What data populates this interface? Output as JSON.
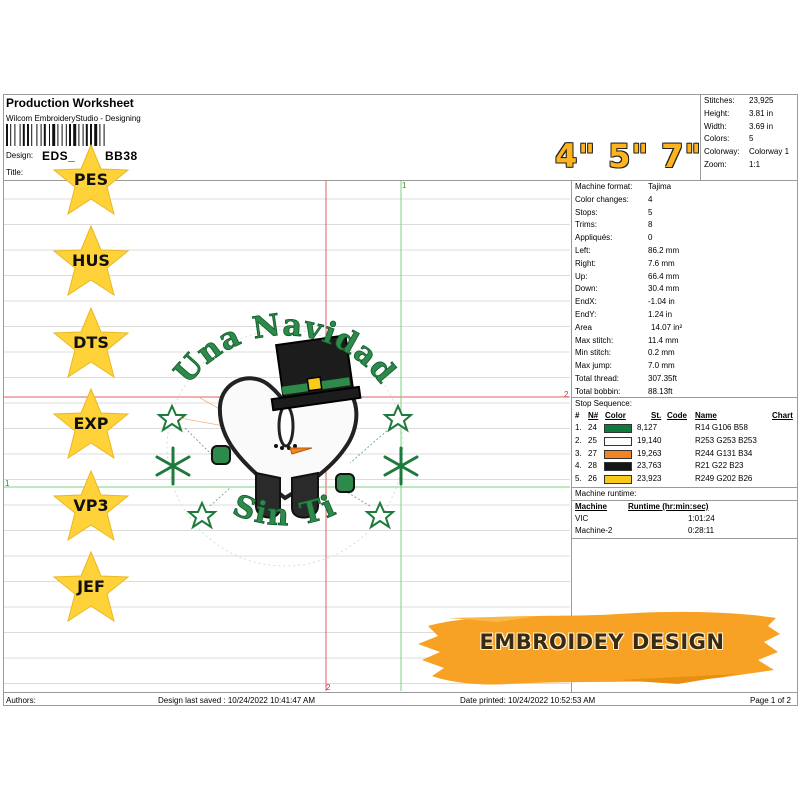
{
  "header": {
    "title": "Production Worksheet",
    "software": "Wilcom EmbroideryStudio - Designing",
    "design_label": "Design:",
    "design_value": "EDS_",
    "design_value_suffix": "BB38",
    "title_label": "Title:"
  },
  "summary": {
    "stitches_label": "Stitches:",
    "stitches_value": "23,925",
    "height_label": "Height:",
    "height_value": "3.81 in",
    "width_label": "Width:",
    "width_value": "3.69 in",
    "colors_label": "Colors:",
    "colors_value": "5",
    "colorway_label": "Colorway:",
    "colorway_value": "Colorway 1",
    "zoom_label": "Zoom:",
    "zoom_value": "1:1"
  },
  "formats": [
    "PES",
    "HUS",
    "DTS",
    "EXP",
    "VP3",
    "JEF"
  ],
  "sizes_text": "4\" 5\" 7\"",
  "colors": {
    "star": "#ffd23a",
    "orange": "#f7a224",
    "green": "#1e7a3c"
  },
  "specs": [
    {
      "label": "Machine format:",
      "value": "Tajima"
    },
    {
      "label": "Color changes:",
      "value": "4"
    },
    {
      "label": "Stops:",
      "value": "5"
    },
    {
      "label": "Trims:",
      "value": "8"
    },
    {
      "label": "Appliqués:",
      "value": "0"
    },
    {
      "label": "Left:",
      "value": "86.2 mm"
    },
    {
      "label": "Right:",
      "value": "7.6 mm"
    },
    {
      "label": "Up:",
      "value": "66.4 mm"
    },
    {
      "label": "Down:",
      "value": "30.4 mm"
    },
    {
      "label": "EndX:",
      "value": "-1.04 in"
    },
    {
      "label": "EndY:",
      "value": "1.24 in"
    },
    {
      "label": "Area",
      "value": "14.07 in²"
    },
    {
      "label": "Max stitch:",
      "value": "11.4 mm"
    },
    {
      "label": "Min stitch:",
      "value": "0.2 mm"
    },
    {
      "label": "Max jump:",
      "value": "7.0 mm"
    },
    {
      "label": "Total thread:",
      "value": "307.35ft"
    },
    {
      "label": "Total bobbin:",
      "value": "88.13ft"
    }
  ],
  "stop_sequence": {
    "title": "Stop Sequence:",
    "headers": {
      "num": "#",
      "n": "N#",
      "color": "Color",
      "st": "St.",
      "code": "Code",
      "name": "Name",
      "chart": "Chart"
    },
    "rows": [
      {
        "num": "1.",
        "n": "24",
        "hex": "#0e7a3e",
        "st": "8,127",
        "name": "R14 G106 B58"
      },
      {
        "num": "2.",
        "n": "25",
        "hex": "#fdfdfd",
        "st": "19,140",
        "name": "R253 G253 B253"
      },
      {
        "num": "3.",
        "n": "27",
        "hex": "#f48322",
        "st": "19,263",
        "name": "R244 G131 B34"
      },
      {
        "num": "4.",
        "n": "28",
        "hex": "#151617",
        "st": "23,763",
        "name": "R21 G22 B23"
      },
      {
        "num": "5.",
        "n": "26",
        "hex": "#f9ca1a",
        "st": "23,923",
        "name": "R249 G202 B26"
      }
    ]
  },
  "runtime": {
    "title": "Machine runtime:",
    "col_machine": "Machine",
    "col_runtime": "Runtime (hr:min:sec)",
    "rows": [
      {
        "machine": "VIC",
        "time": "1:01:24"
      },
      {
        "machine": "Machine-2",
        "time": "0:28:11"
      }
    ]
  },
  "banner": "EMBROIDEY DESIGN",
  "artwork": {
    "top_text": "Una Navidad",
    "bottom_text": "Sin Ti"
  },
  "guide_markers": {
    "top": "1",
    "right": "2",
    "left": "1",
    "bottom": "2"
  },
  "footer": {
    "authors": "Authors:",
    "last_saved": "Design last saved : 10/24/2022 10:41:47 AM",
    "printed": "Date printed: 10/24/2022 10:52:53 AM",
    "page": "Page 1 of 2"
  }
}
